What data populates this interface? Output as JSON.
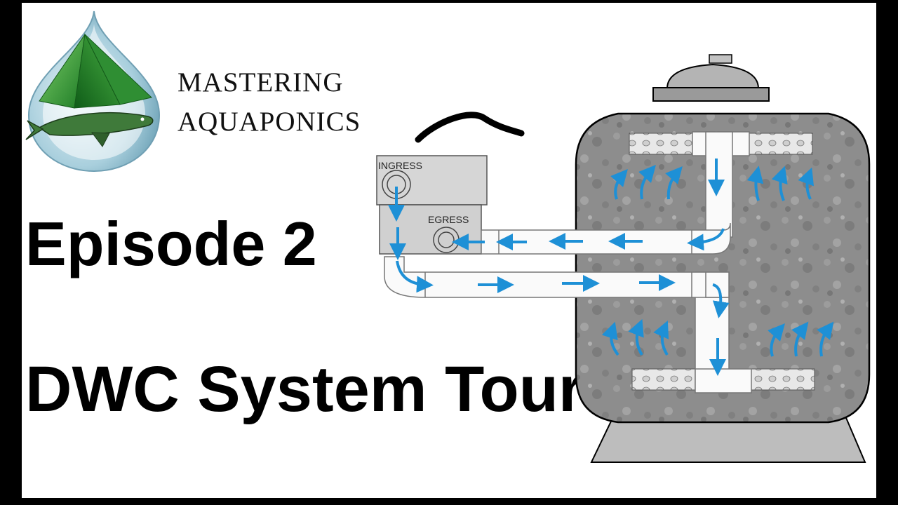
{
  "brand": {
    "line1": "MASTERING",
    "line2": "AQUAPONICS"
  },
  "episode": "Episode 2",
  "subtitle": "DWC System Tour",
  "diagram": {
    "ingress_label": "INGRESS",
    "egress_label": "EGRESS"
  },
  "colors": {
    "background": "#ffffff",
    "border": "#000000",
    "flow_arrow": "#1e90d6",
    "tank_gray": "#8a8a8a",
    "logo_drop": "#9fc6d6",
    "logo_pyramid": "#2e9a36"
  },
  "icons": {
    "logo": "water-drop-pyramid-fish-icon",
    "flow": "arrow-icon"
  }
}
